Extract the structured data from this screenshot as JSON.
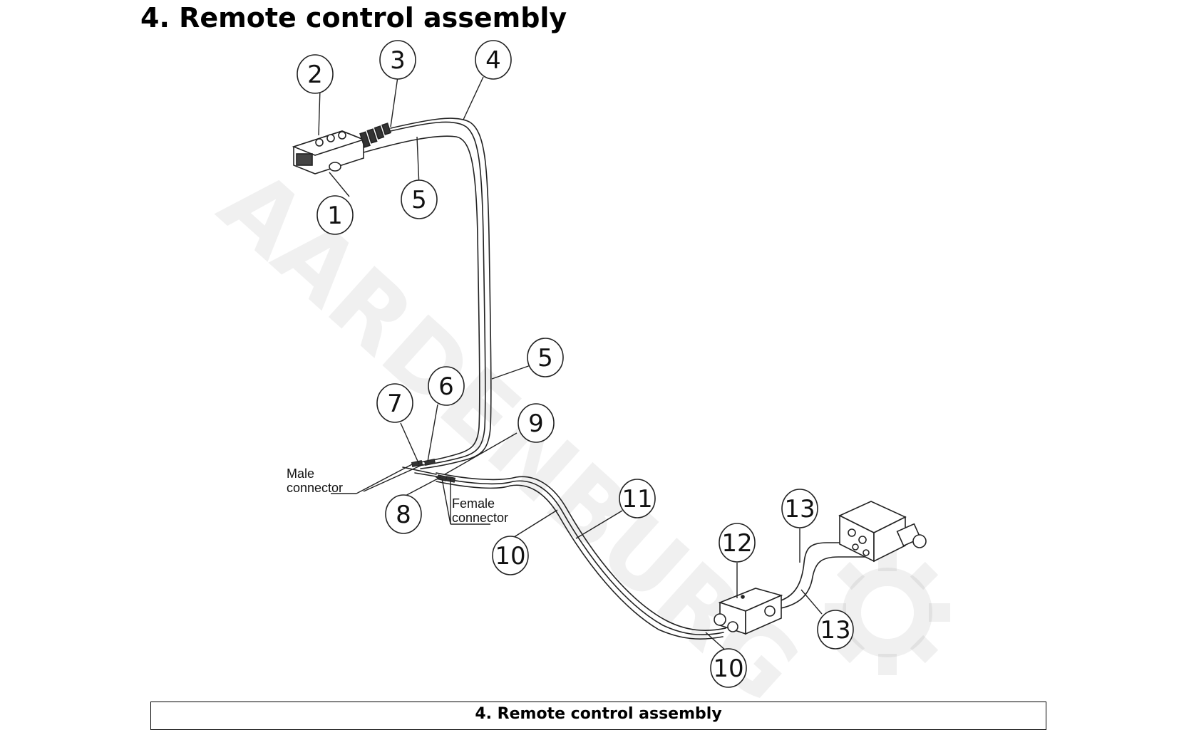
{
  "title": "4. Remote control assembly",
  "watermark": "AARDENBURG",
  "callouts": [
    "1",
    "2",
    "3",
    "4",
    "5",
    "5",
    "6",
    "7",
    "8",
    "9",
    "10",
    "10",
    "11",
    "12",
    "13",
    "13"
  ],
  "notes": {
    "male_line1": "Male",
    "male_line2": "connector",
    "female_line1": "Female",
    "female_line2": "connector"
  },
  "table": {
    "header": "4. Remote control assembly"
  }
}
